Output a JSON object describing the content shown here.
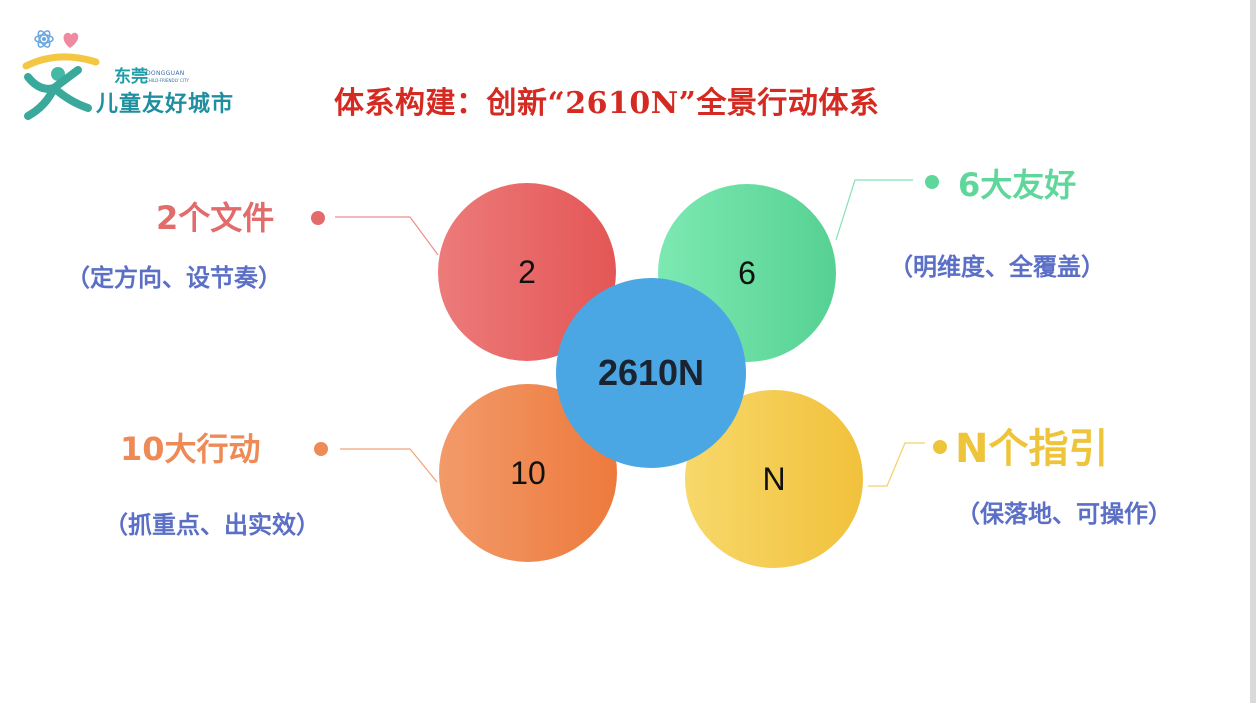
{
  "logo": {
    "city_name": "东莞",
    "english_name": "DONGGUAN",
    "english_sub": "CHILD-FRIENDLY CITY",
    "tagline": "儿童友好城市"
  },
  "title": "体系构建：创新“2610N”全景行动体系",
  "diagram": {
    "center": {
      "label": "2610N",
      "color": "#4aa7e3"
    },
    "nodes": [
      {
        "id": "2",
        "circle_label": "2",
        "title": "2个文件",
        "subtitle": "（定方向、设节奏）",
        "color": "#e45656"
      },
      {
        "id": "6",
        "circle_label": "6",
        "title": "6大友好",
        "subtitle": "（明维度、全覆盖）",
        "color": "#56d193"
      },
      {
        "id": "10",
        "circle_label": "10",
        "title": "10大行动",
        "subtitle": "（抓重点、出实效）",
        "color": "#ed7a3c"
      },
      {
        "id": "N",
        "circle_label": "N",
        "title": "N个指引",
        "subtitle": "（保落地、可操作）",
        "color": "#f1c13b"
      }
    ],
    "subtitle_color": "#5b6fc6"
  }
}
